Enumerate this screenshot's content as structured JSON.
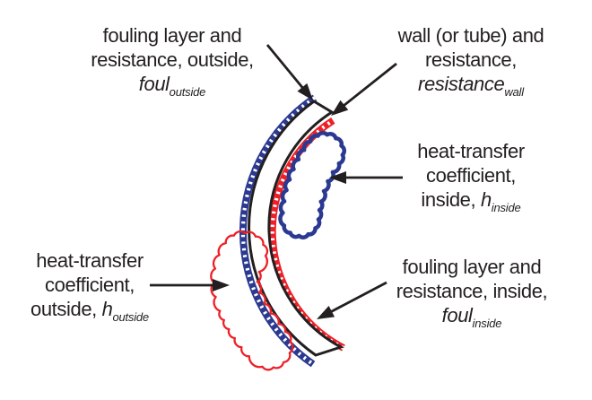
{
  "palette": {
    "background": "#ffffff",
    "ink": "#231f20",
    "fouling_blue": "#2b3990",
    "fouling_red": "#ed2027",
    "hatch_white": "#ffffff"
  },
  "labels": {
    "foul_outside": {
      "line1": "fouling layer and",
      "line2": "resistance, outside,",
      "formula": {
        "prefix": "",
        "main": "foul",
        "sub": "outside"
      }
    },
    "wall": {
      "line1": "wall (or tube) and",
      "line2": "resistance,",
      "formula": {
        "prefix": "",
        "main": "resistance",
        "sub": "wall"
      }
    },
    "h_inside": {
      "line1": "heat-transfer",
      "line2": "coefficient,",
      "formula": {
        "prefix": "inside, ",
        "main": "h",
        "sub": "inside"
      }
    },
    "h_outside": {
      "line1": "heat-transfer",
      "line2": "coefficient,",
      "formula": {
        "prefix": "outside, ",
        "main": "h",
        "sub": "outside"
      }
    },
    "foul_inside": {
      "line1": "fouling layer and",
      "line2": "resistance, inside,",
      "formula": {
        "prefix": "",
        "main": "foul",
        "sub": "inside"
      }
    }
  }
}
